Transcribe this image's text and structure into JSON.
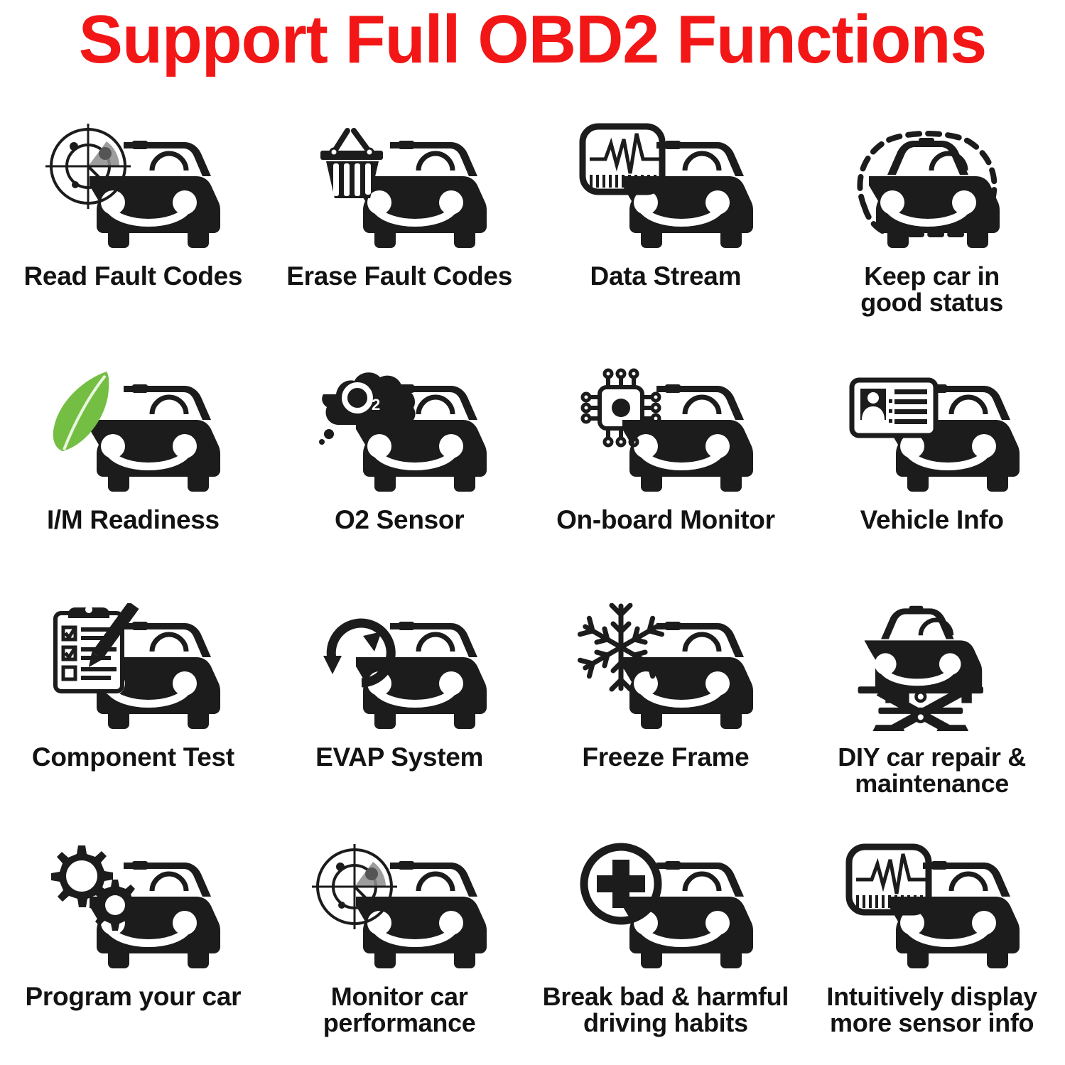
{
  "header": {
    "title": "Support Full OBD2 Functions",
    "title_color": "#f21616"
  },
  "theme": {
    "background": "#ffffff",
    "icon_color": "#1c1c1c",
    "label_color": "#131313",
    "leaf_green": "#74bf43"
  },
  "features": [
    {
      "label": "Read Fault Codes",
      "icon": "radar-target-icon",
      "lines": 1
    },
    {
      "label": "Erase Fault Codes",
      "icon": "basket-icon",
      "lines": 1
    },
    {
      "label": "Data Stream",
      "icon": "oscilloscope-icon",
      "lines": 1
    },
    {
      "label": "Keep car in\ngood status",
      "icon": "dashed-outline-icon",
      "lines": 2
    },
    {
      "label": "I/M Readiness",
      "icon": "leaf-icon",
      "lines": 1
    },
    {
      "label": "O2 Sensor",
      "icon": "o2-cloud-icon",
      "lines": 1
    },
    {
      "label": "On-board Monitor",
      "icon": "microchip-icon",
      "lines": 1
    },
    {
      "label": "Vehicle Info",
      "icon": "id-card-icon",
      "lines": 1
    },
    {
      "label": "Component Test",
      "icon": "clipboard-pencil-icon",
      "lines": 1
    },
    {
      "label": "EVAP System",
      "icon": "refresh-cycle-icon",
      "lines": 1
    },
    {
      "label": "Freeze Frame",
      "icon": "snowflake-icon",
      "lines": 1
    },
    {
      "label": "DIY car repair &\nmaintenance",
      "icon": "car-lift-icon",
      "lines": 2
    },
    {
      "label": "Program your car",
      "icon": "gears-icon",
      "lines": 1
    },
    {
      "label": "Monitor car\nperformance",
      "icon": "radar-target-icon",
      "lines": 2
    },
    {
      "label": "Break bad & harmful\ndriving habits",
      "icon": "cross-circle-icon",
      "lines": 2
    },
    {
      "label": "Intuitively display\nmore sensor info",
      "icon": "oscilloscope-icon",
      "lines": 2
    }
  ]
}
